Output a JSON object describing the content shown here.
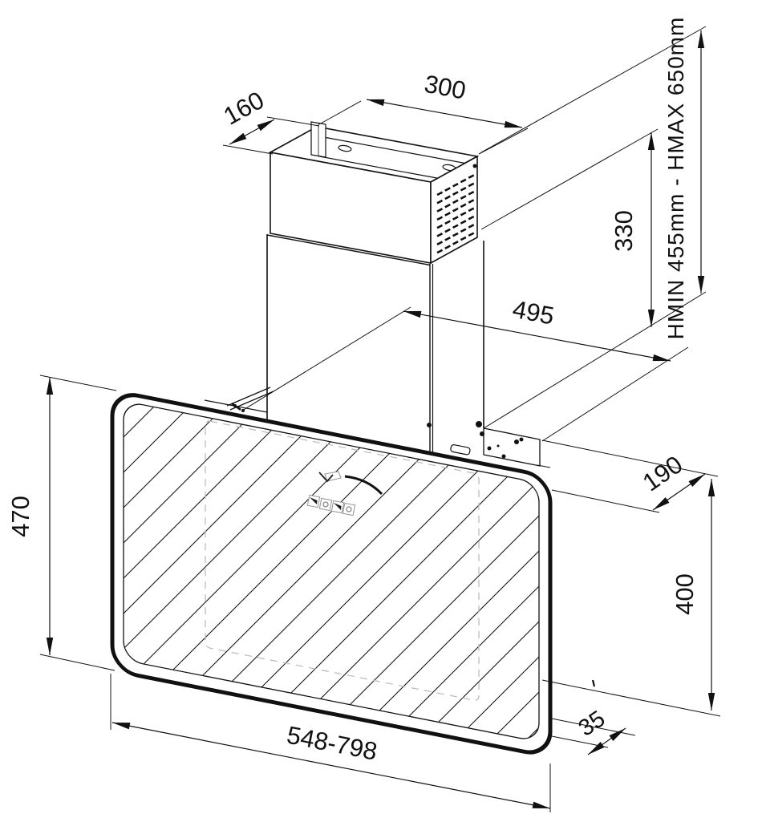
{
  "drawing": {
    "units": "mm",
    "line_color": "#111111",
    "dash_color": "#bdbdbd",
    "dims": {
      "d160": {
        "label": "160"
      },
      "d300": {
        "label": "300"
      },
      "d330": {
        "label": "330"
      },
      "d495": {
        "label": "495"
      },
      "d470": {
        "label": "470"
      },
      "d190": {
        "label": "190"
      },
      "d400": {
        "label": "400"
      },
      "d548": {
        "label": "548-798"
      },
      "d35": {
        "label": "35"
      },
      "height_range": {
        "label": "HMIN 455mm - HMAX 650mm"
      }
    }
  }
}
